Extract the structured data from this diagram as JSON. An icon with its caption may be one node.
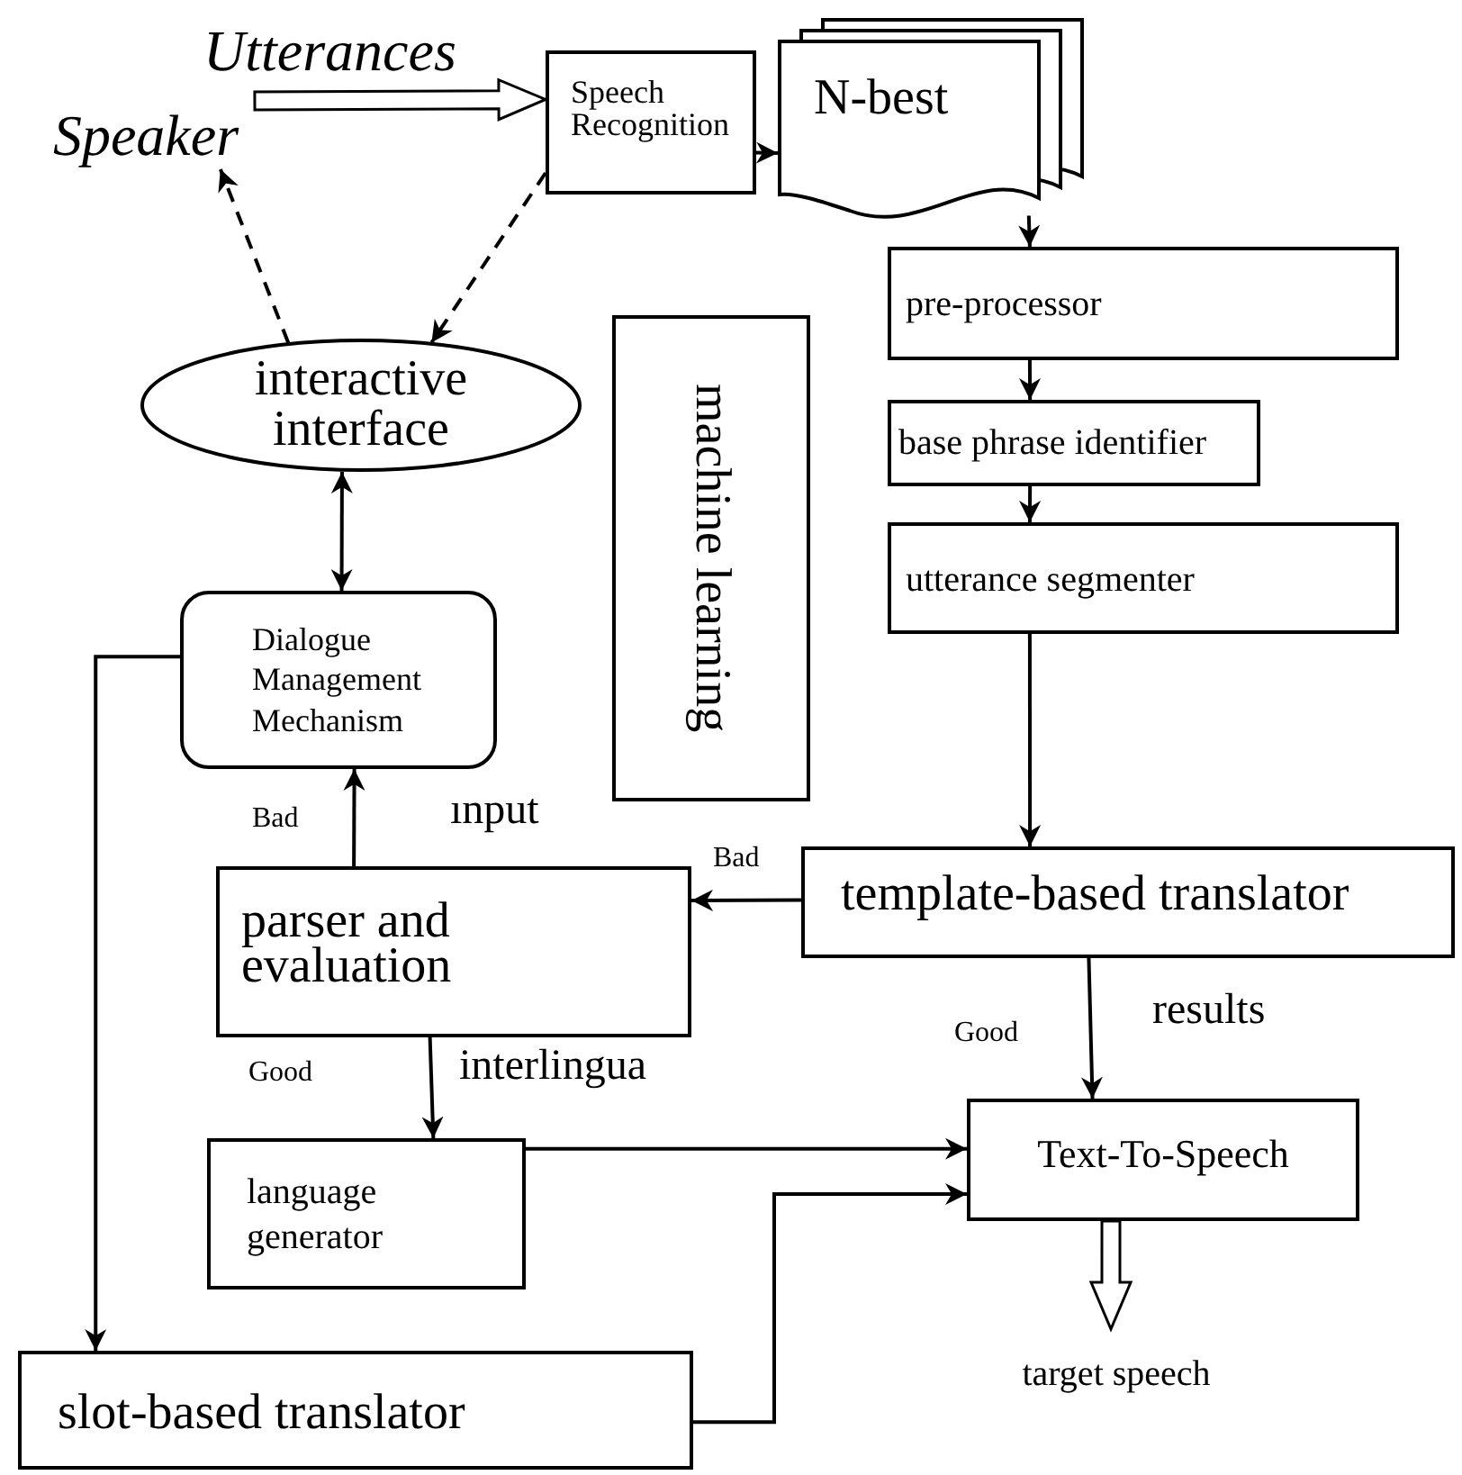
{
  "diagram": {
    "nodes": [
      {
        "text": [
          "Speaker"
        ]
      },
      {
        "text": [
          "Speech Recognition"
        ]
      },
      {
        "text": [
          "N-best"
        ]
      },
      {
        "text": [
          "pre-processor"
        ]
      },
      {
        "text": [
          "base phrase identifier"
        ]
      },
      {
        "text": [
          "utterance segmenter"
        ]
      },
      {
        "text": [
          "machine learning"
        ]
      },
      {
        "text": [
          "interactive interface"
        ]
      },
      {
        "text": [
          "Dialogue Management Mechanism"
        ]
      },
      {
        "text": [
          "template-based translator"
        ]
      },
      {
        "text": [
          "parser and evaluation"
        ]
      },
      {
        "text": [
          "language generator"
        ]
      },
      {
        "text": [
          "Text-To-Speech"
        ]
      },
      {
        "text": [
          "slot-based translator"
        ]
      },
      {
        "text": [
          "target speech"
        ]
      }
    ],
    "edges": [
      {
        "from": 0,
        "to": 1,
        "arrow": "to",
        "label": "Utterances",
        "style": "thick"
      },
      {
        "from": 1,
        "to": 2,
        "arrow": "to"
      },
      {
        "from": 1,
        "to": 7,
        "arrow": "to",
        "style": "dashed"
      },
      {
        "from": 7,
        "to": 0,
        "arrow": "to",
        "style": "dashed"
      },
      {
        "from": 2,
        "to": 3,
        "arrow": "to"
      },
      {
        "from": 3,
        "to": 4,
        "arrow": "to"
      },
      {
        "from": 4,
        "to": 5,
        "arrow": "to"
      },
      {
        "from": 5,
        "to": 9,
        "arrow": "to"
      },
      {
        "from": 9,
        "to": 10,
        "arrow": "to",
        "label": "Bad"
      },
      {
        "from": 10,
        "to": 8,
        "arrow": "to",
        "label": "Bad"
      },
      {
        "from": 8,
        "to": 7,
        "arrow": "both"
      },
      {
        "from": 10,
        "to": 11,
        "arrow": "to",
        "label": "Good"
      },
      {
        "from": 9,
        "to": 12,
        "arrow": "to",
        "label": "Good"
      },
      {
        "from": 11,
        "to": 12,
        "arrow": "to"
      },
      {
        "from": 8,
        "to": 13,
        "arrow": "to"
      },
      {
        "from": 13,
        "to": 12,
        "arrow": "to"
      },
      {
        "from": 12,
        "to": 14,
        "arrow": "to",
        "style": "thick"
      }
    ],
    "labels": [
      "ınput",
      "results",
      "interlingua"
    ]
  }
}
